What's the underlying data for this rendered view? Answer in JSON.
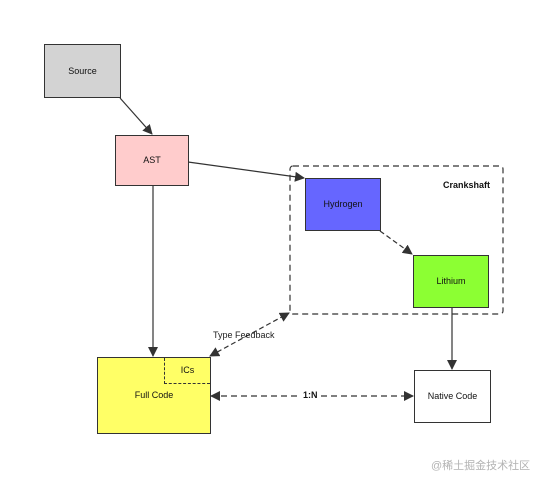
{
  "nodes": {
    "source": {
      "label": "Source",
      "fill": "#d3d3d3"
    },
    "ast": {
      "label": "AST",
      "fill": "#ffcccc"
    },
    "hydrogen": {
      "label": "Hydrogen",
      "fill": "#6666ff"
    },
    "lithium": {
      "label": "Lithium",
      "fill": "#8cff33"
    },
    "full_code": {
      "label": "Full Code",
      "fill": "#ffff66"
    },
    "ics": {
      "label": "ICs"
    },
    "native_code": {
      "label": "Native Code",
      "fill": "#ffffff"
    }
  },
  "group": {
    "title": "Crankshaft"
  },
  "edges": {
    "type_feedback_label": "Type Feedback",
    "ratio_label": "1:N"
  },
  "watermark": "@稀土掘金技术社区",
  "colors": {
    "stroke": "#333333",
    "source": "#d3d3d3",
    "ast": "#ffcccc",
    "hydrogen": "#6666ff",
    "lithium": "#8cff33",
    "full_code": "#ffff66",
    "native_code": "#ffffff"
  }
}
